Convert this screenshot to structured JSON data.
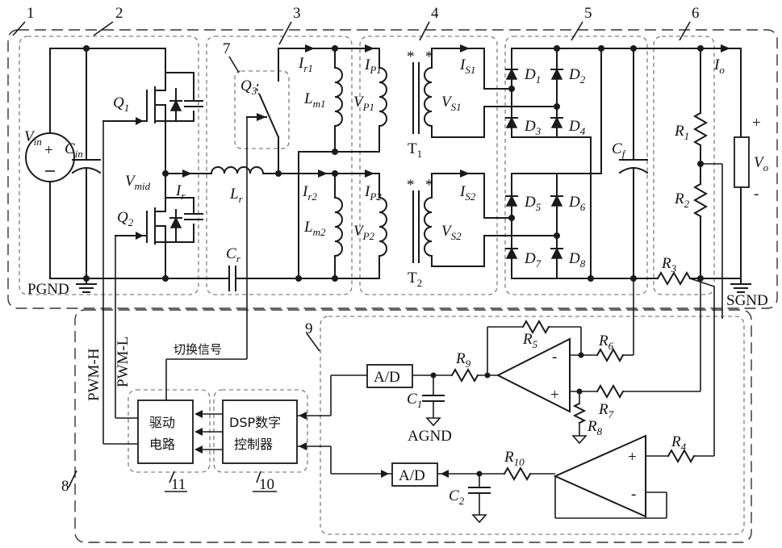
{
  "blocks": {
    "b1": "1",
    "b2": "2",
    "b3": "3",
    "b4": "4",
    "b5": "5",
    "b6": "6",
    "b7": "7",
    "b8": "8",
    "b9": "9",
    "b10": "10",
    "b11": "11"
  },
  "labels": {
    "vin": "V",
    "vin_sub": "in",
    "cin": "C",
    "cin_sub": "in",
    "q1": "Q",
    "q1_sub": "1",
    "q2": "Q",
    "q2_sub": "2",
    "q3": "Q",
    "q3_sub": "3",
    "vmid": "V",
    "vmid_sub": "mid",
    "ir": "I",
    "ir_sub": "r",
    "lr": "L",
    "lr_sub": "r",
    "cr": "C",
    "cr_sub": "r",
    "ir1": "I",
    "ir1_sub": "r1",
    "ir2": "I",
    "ir2_sub": "r2",
    "lm1": "L",
    "lm1_sub": "m1",
    "lm2": "L",
    "lm2_sub": "m2",
    "ip1": "I",
    "ip1_sub": "P1",
    "ip2": "I",
    "ip2_sub": "P2",
    "vp1": "V",
    "vp1_sub": "P1",
    "vp2": "V",
    "vp2_sub": "P2",
    "vs1": "V",
    "vs1_sub": "S1",
    "vs2": "V",
    "vs2_sub": "S2",
    "is1": "I",
    "is1_sub": "S1",
    "is2": "I",
    "is2_sub": "S2",
    "t1": "T",
    "t1_sub": "1",
    "t2": "T",
    "t2_sub": "2",
    "d1": "D",
    "d1_sub": "1",
    "d2": "D",
    "d2_sub": "2",
    "d3": "D",
    "d3_sub": "3",
    "d4": "D",
    "d4_sub": "4",
    "d5": "D",
    "d5_sub": "5",
    "d6": "D",
    "d6_sub": "6",
    "d7": "D",
    "d7_sub": "7",
    "d8": "D",
    "d8_sub": "8",
    "cf": "C",
    "cf_sub": "f",
    "io": "I",
    "io_sub": "o",
    "r1": "R",
    "r1_sub": "1",
    "r2": "R",
    "r2_sub": "2",
    "r3": "R",
    "r3_sub": "3",
    "r4": "R",
    "r4_sub": "4",
    "r5": "R",
    "r5_sub": "5",
    "r6": "R",
    "r6_sub": "6",
    "r7": "R",
    "r7_sub": "7",
    "r8": "R",
    "r8_sub": "8",
    "r9": "R",
    "r9_sub": "9",
    "r10": "R",
    "r10_sub": "10",
    "c1": "C",
    "c1_sub": "1",
    "c2": "C",
    "c2_sub": "2",
    "vo": "V",
    "vo_sub": "o",
    "plus": "+",
    "minus": "-",
    "pgnd": "PGND",
    "sgnd": "SGND",
    "agnd": "AGND",
    "pwm_h": "PWM-H",
    "pwm_l": "PWM-L",
    "switch_signal": "切换信号",
    "ad": "A/D",
    "drive_line1": "驱动",
    "drive_line2": "电路",
    "dsp_line1": "DSP数字",
    "dsp_line2": "控制器",
    "star": "*"
  }
}
